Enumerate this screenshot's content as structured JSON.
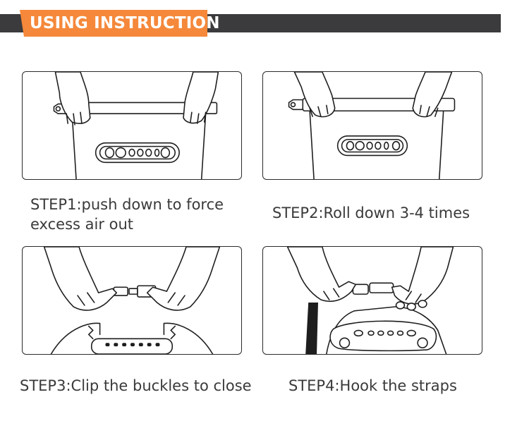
{
  "header": {
    "title": "USING INSTRUCTION"
  },
  "steps": [
    {
      "caption_line1": "STEP1:push down to force",
      "caption_line2": "excess air out"
    },
    {
      "caption_line1": "STEP2:Roll down 3-4 times"
    },
    {
      "caption_line1": "STEP3:Clip the buckles to close"
    },
    {
      "caption_line1": "STEP4:Hook the straps"
    }
  ],
  "colors": {
    "accent": "#f5883a",
    "banner": "#3b3b3d",
    "text": "#3a3a3a",
    "line": "#1e1e1e"
  }
}
